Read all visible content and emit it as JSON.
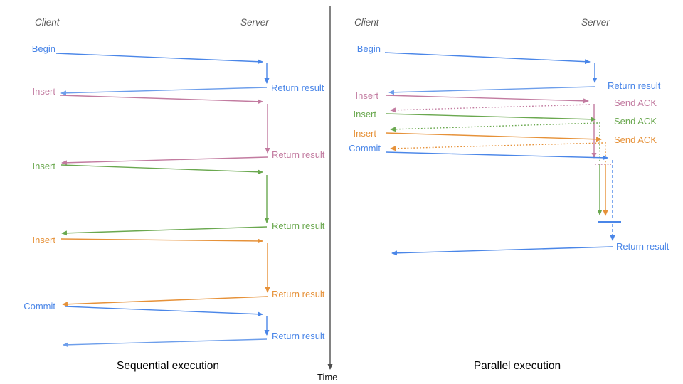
{
  "colors": {
    "blue": "#4a86e8",
    "blue_light": "#6d9eeb",
    "pink": "#c27ba0",
    "green": "#6aa84f",
    "orange": "#e69138",
    "axis": "#4d4d4d",
    "header_gray": "#595959"
  },
  "time_axis": {
    "label": "Time"
  },
  "left_panel": {
    "title": "Sequential execution",
    "client_header": "Client",
    "server_header": "Server",
    "calls": [
      {
        "label": "Begin",
        "color": "blue",
        "response": "Return result"
      },
      {
        "label": "Insert",
        "color": "pink",
        "response": "Return result"
      },
      {
        "label": "Insert",
        "color": "green",
        "response": "Return result"
      },
      {
        "label": "Insert",
        "color": "orange",
        "response": "Return result"
      },
      {
        "label": "Commit",
        "color": "blue",
        "response": "Return result"
      }
    ]
  },
  "right_panel": {
    "title": "Parallel execution",
    "client_header": "Client",
    "server_header": "Server",
    "calls": [
      {
        "label": "Begin",
        "color": "blue",
        "response": "Return result"
      },
      {
        "label": "Insert",
        "color": "pink",
        "response": "Send ACK"
      },
      {
        "label": "Insert",
        "color": "green",
        "response": "Send ACK"
      },
      {
        "label": "Insert",
        "color": "orange",
        "response": "Send ACK"
      },
      {
        "label": "Commit",
        "color": "blue",
        "response": "Return result"
      }
    ]
  }
}
